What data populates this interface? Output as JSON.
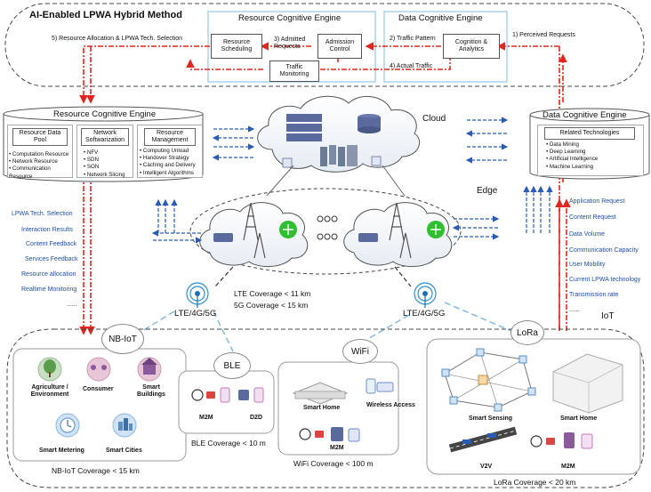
{
  "title": "AI-Enabled LPWA Hybrid Method",
  "top": {
    "rce_title": "Resource Cognitive Engine",
    "dce_title": "Data Cognitive Engine",
    "resource_scheduling": "Resource\nScheduling",
    "admission_control": "Admission\nControl",
    "traffic_monitoring": "Traffic\nMonitoring",
    "cognition_analytics": "Cognition &\nAnalytics",
    "step1": "1) Perceived Requests",
    "step2": "2) Traffic Pattern",
    "step3": "3) Admitted\nRequests",
    "step4": "4) Actual Traffic",
    "step5": "5) Resource Allocation & LPWA Tech. Selection"
  },
  "rce": {
    "title": "Resource Cognitive Engine",
    "pool_title": "Resource Data\nPool",
    "pool_items": [
      "• Computation Resource",
      "• Network Resource",
      "• Communication",
      "  Resource"
    ],
    "soft_title": "Network\nSoftwarization",
    "soft_items": [
      "• NFV",
      "• SDN",
      "• SON",
      "• Network Slicing"
    ],
    "mgmt_title": "Resource\nManagement",
    "mgmt_items": [
      "• Computing Unload",
      "• Handover Strategy",
      "• Caching and Delivery",
      "• Intelligent Algorithms"
    ]
  },
  "dce": {
    "title": "Data Cognitive Engine",
    "tech_title": "Related Technologies",
    "tech_items": [
      "• Data Mining",
      "• Deep Learning",
      "• Artificial Intelligence",
      "• Machine Learning"
    ]
  },
  "labels": {
    "cloud": "Cloud",
    "edge": "Edge",
    "iot": "IoT",
    "lte_left": "LTE/4G/5G",
    "lte_right": "LTE/4G/5G",
    "lte_coverage": "LTE Coverage < 11 km",
    "g5_coverage": "5G Coverage < 15 km"
  },
  "left_list": [
    "LPWA Tech. Selection",
    "Interaction Results",
    "Content Feedback",
    "Services Feedback",
    "Resource allocation",
    "Realtime Monitoring",
    "......"
  ],
  "right_list": [
    "Application Request",
    "Content Request",
    "Data Volume",
    "Communication Capacity",
    "User Mobility",
    "Current LPWA technology",
    "Transmission rate",
    "......"
  ],
  "nbiot": {
    "badge": "NB-IoT",
    "items": [
      "Agriculture /\nEnvironment",
      "Consumer",
      "Smart\nBuildings",
      "Smart Metering",
      "Smart Cities"
    ],
    "coverage": "NB-IoT Coverage < 15 km"
  },
  "ble": {
    "badge": "BLE",
    "items": [
      "M2M",
      "D2D"
    ],
    "coverage": "BLE Coverage < 10 m"
  },
  "wifi": {
    "badge": "WiFi",
    "items": [
      "Smart Home",
      "Wireless Access",
      "M2M"
    ],
    "coverage": "WiFi Coverage < 100 m"
  },
  "lora": {
    "badge": "LoRa",
    "items": [
      "Smart Sensing",
      "Smart Home",
      "V2V",
      "M2M"
    ],
    "coverage": "LoRa Coverage < 20 km"
  },
  "colors": {
    "red": "#e0261e",
    "blue": "#2a5cb3",
    "dark_blue": "#1f3f7a",
    "panel_border": "#9a9a9a",
    "light_blue_panel": "#a9d3ea",
    "green": "#2fbf2f",
    "accent_text": "#1f4fa0"
  }
}
